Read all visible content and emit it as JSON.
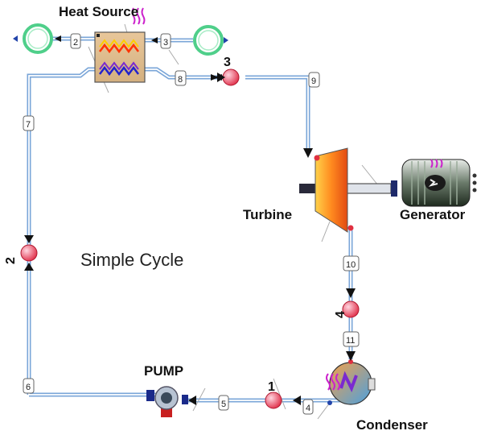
{
  "diagram": {
    "title": "Simple Cycle",
    "components": {
      "heat_source": "Heat Source",
      "turbine": "Turbine",
      "generator": "Generator",
      "pump": "PUMP",
      "condenser": "Condenser"
    },
    "nodes": {
      "n1": "1",
      "n2": "2",
      "n3": "3",
      "n4": "4"
    },
    "streams": [
      "2",
      "3",
      "4",
      "5",
      "6",
      "7",
      "8",
      "9",
      "10",
      "11"
    ]
  }
}
